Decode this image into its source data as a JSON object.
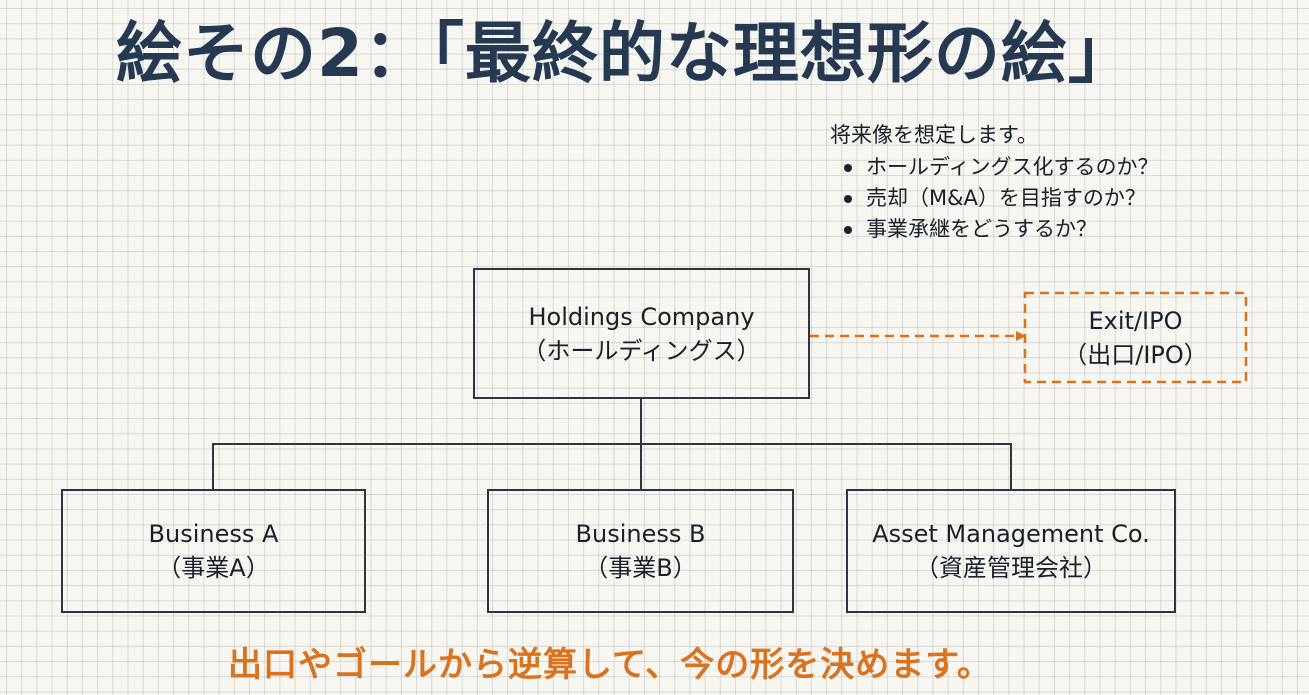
{
  "title": "絵その2：「最終的な理想形の絵」",
  "notes": {
    "intro": "将来像を想定します。",
    "bullets": [
      "ホールディングス化するのか？",
      "売却（M&A）を目指すのか？",
      "事業承継をどうするか？"
    ]
  },
  "diagram": {
    "holdings": {
      "label_en": "Holdings Company",
      "label_ja": "（ホールディングス）"
    },
    "exit": {
      "label_en": "Exit/IPO",
      "label_ja": "（出口/IPO）"
    },
    "children": [
      {
        "label_en": "Business A",
        "label_ja": "（事業A）"
      },
      {
        "label_en": "Business B",
        "label_ja": "（事業B）"
      },
      {
        "label_en": "Asset Management Co.",
        "label_ja": "（資産管理会社）"
      }
    ]
  },
  "conclusion": "出口やゴールから逆算して、今の形を決めます。",
  "colors": {
    "title": "#253a52",
    "accent_orange": "#d9731f",
    "line": "#2a3644",
    "background": "#f7f6f1"
  }
}
